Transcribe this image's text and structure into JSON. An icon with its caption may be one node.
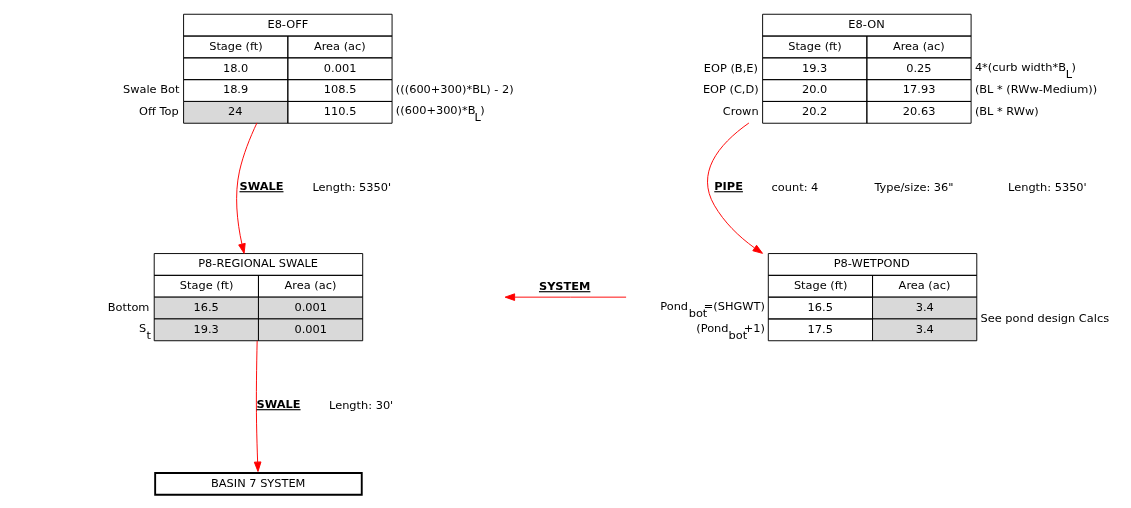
{
  "diagram": {
    "nodes": [
      {
        "text": [
          "E8-OFF",
          "Stage (ft)",
          "Area (ac)",
          "18.0",
          "0.001",
          "18.9",
          "108.5",
          "24",
          "110.5"
        ],
        "beside": [
          "Swale Bot",
          "(((600+300)*BL) - 2)",
          "Off Top",
          "((600+300)*B$_{L}$)"
        ]
      },
      {
        "text": [
          "E8-ON",
          "Stage (ft)",
          "Area (ac)",
          "19.3",
          "0.25",
          "20.0",
          "17.93",
          "20.2",
          "20.63"
        ],
        "beside": [
          "EOP (B,E)",
          "4*(curb width*B$_{L}$)",
          "EOP (C,D)",
          "(BL * (RWw-Medium))",
          "Crown",
          "(BL * RWw)"
        ]
      },
      {
        "text": [
          "P8-REGIONAL SWALE",
          "Stage (ft)",
          "Area (ac)",
          "16.5",
          "0.001",
          "19.3",
          "0.001"
        ],
        "beside": [
          "Bottom",
          "S$_{t}$"
        ]
      },
      {
        "text": [
          "P8-WETPOND",
          "Stage (ft)",
          "Area (ac)",
          "16.5",
          "3.4",
          "17.5",
          "3.4"
        ],
        "beside": [
          "Pond$_{bot}$=(SHGWT)",
          "See pond design Calcs",
          "(Pond$_{bot}$+1)"
        ]
      },
      {
        "text": [
          "BASIN 7 SYSTEM"
        ]
      }
    ],
    "edges": [
      {
        "from": 0,
        "to": 2,
        "arrow": "to",
        "label": "SWALE"
      },
      {
        "from": 1,
        "to": 3,
        "arrow": "to",
        "label": "PIPE"
      },
      {
        "from": 3,
        "to": 2,
        "arrow": "to",
        "label": "SYSTEM"
      },
      {
        "from": 2,
        "to": 4,
        "arrow": "to",
        "label": "SWALE"
      }
    ],
    "labels": [
      "Length: 5350'",
      "count: 4",
      "Type/size: 36\"",
      "Length: 5350'",
      "Length: 30'"
    ]
  }
}
